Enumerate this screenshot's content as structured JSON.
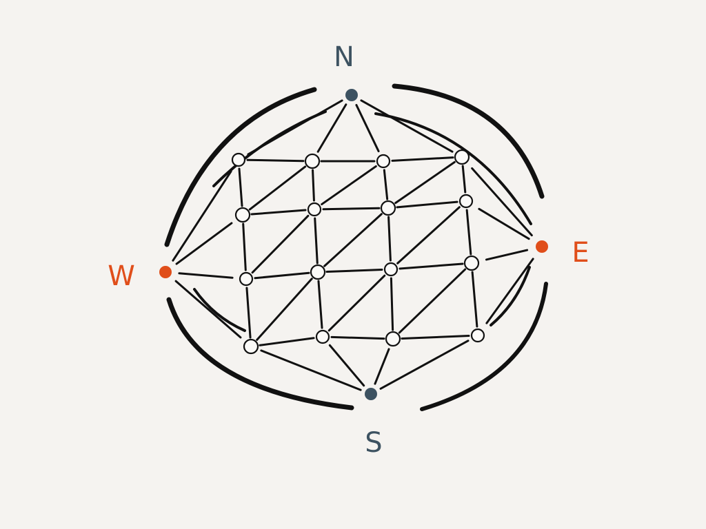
{
  "colors": {
    "background": "#f5f3f0",
    "ink": "#111111",
    "north_south": "#3d5261",
    "east_west": "#e04e1a"
  },
  "poles": {
    "north": {
      "label": "N",
      "color": "#3d5261"
    },
    "south": {
      "label": "S",
      "color": "#3d5261"
    },
    "east": {
      "label": "E",
      "color": "#e04e1a"
    },
    "west": {
      "label": "W",
      "color": "#e04e1a"
    }
  },
  "grid": {
    "rows": 4,
    "cols": 4
  }
}
